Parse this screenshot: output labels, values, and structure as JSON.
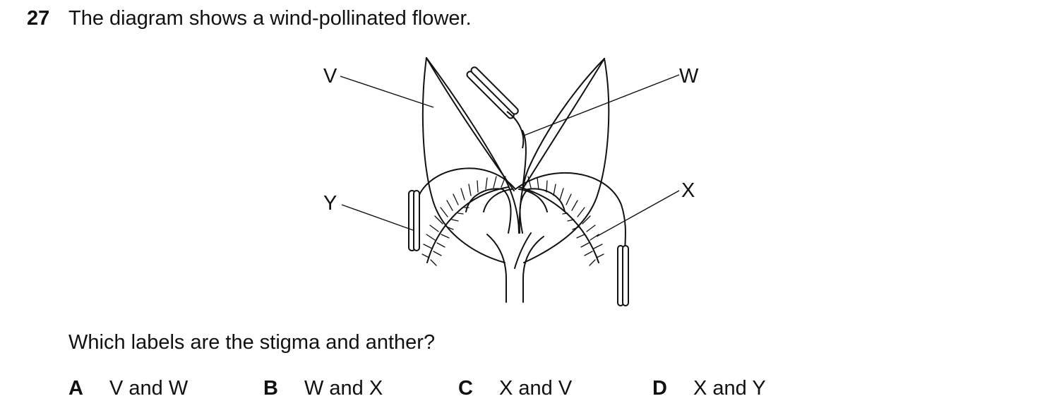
{
  "question": {
    "number": "27",
    "stem": "The diagram shows a wind-pollinated flower.",
    "prompt": "Which labels are the stigma and anther?"
  },
  "diagram": {
    "labels": {
      "v": "V",
      "w": "W",
      "x": "X",
      "y": "Y"
    }
  },
  "options": [
    {
      "letter": "A",
      "text": "V and W"
    },
    {
      "letter": "B",
      "text": "W and X"
    },
    {
      "letter": "C",
      "text": "X and V"
    },
    {
      "letter": "D",
      "text": "X and Y"
    }
  ]
}
